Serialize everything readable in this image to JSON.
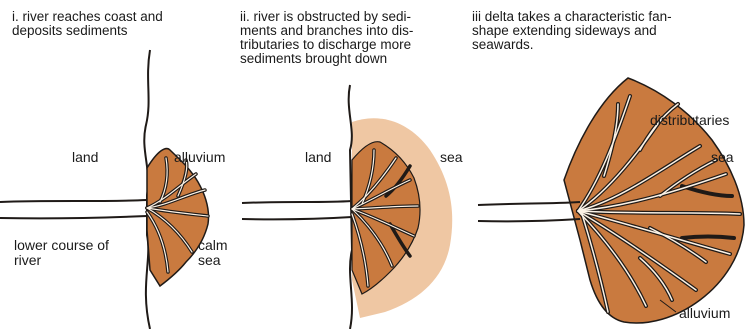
{
  "panels": [
    {
      "caption": "i. river reaches coast and\n   deposits sediments",
      "labels": {
        "land": "land",
        "alluvium": "alluvium",
        "river": "lower course of\nriver",
        "sea": "calm\nsea"
      }
    },
    {
      "caption": "ii. river is obstructed by sedi-\nments and branches into dis-\ntributaries to discharge more\nsediments brought down",
      "labels": {
        "land": "land",
        "sea": "sea"
      }
    },
    {
      "caption": "iii delta takes a characteristic fan-\nshape extending sideways and\nseawards.",
      "labels": {
        "distributaries": "distributaries",
        "sea": "sea",
        "alluvium": "alluvium"
      }
    }
  ],
  "colors": {
    "alluvium": "#c97a3f",
    "sediment_halo": "#efc7a3",
    "channel": "#fbf2e6",
    "coastline": "#1f1a17",
    "river_bed": "#f5f5f5"
  }
}
